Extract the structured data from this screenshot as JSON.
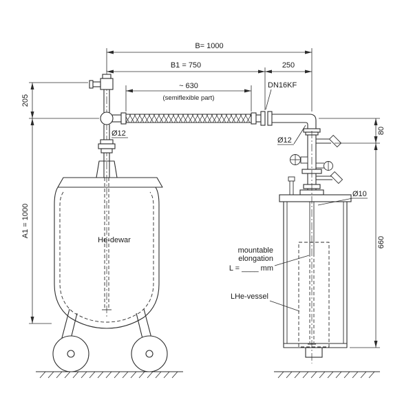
{
  "colors": {
    "line": "#2b2b2b",
    "text": "#1a1a1a",
    "background": "#ffffff"
  },
  "dims": {
    "b": "B= 1000",
    "b1": "B1 = 750",
    "d250": "250",
    "flex": "~ 630",
    "flex_note": "(semiflexible part)",
    "d205": "205",
    "a1": "A1 = 1000",
    "d80": "80",
    "d660": "660"
  },
  "labels": {
    "dn16kf": "DN16KF",
    "dia12_left": "Ø12",
    "dia12_right": "Ø12",
    "dia10": "Ø10",
    "he_dewar": "He-dewar",
    "elong_1": "mountable",
    "elong_2": "elongation",
    "elong_3": "L = ____ mm",
    "lhe_vessel": "LHe-vessel"
  }
}
